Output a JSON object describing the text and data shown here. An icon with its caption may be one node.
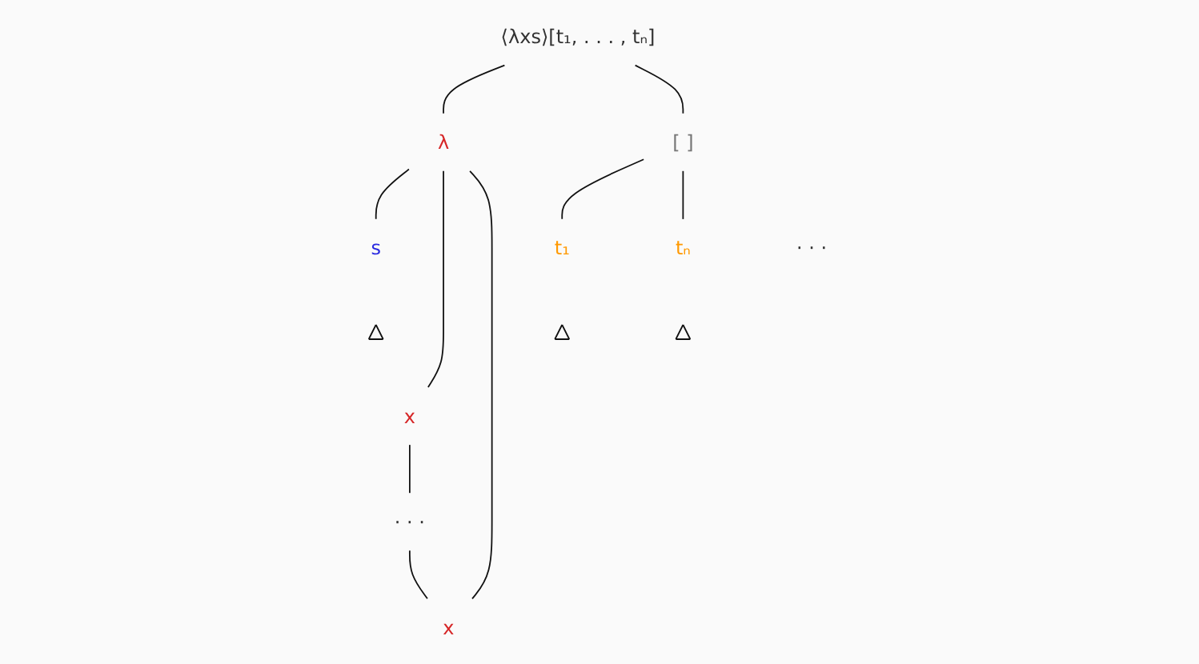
{
  "diagram": {
    "nodes": [
      {
        "text": [
          "⟨λxs⟩[t₁, . . . , tₙ]"
        ]
      },
      {
        "text": [
          "λ"
        ]
      },
      {
        "text": [
          "s"
        ]
      },
      {
        "text": [],
        "shape": "triangle"
      },
      {
        "text": [
          "x"
        ]
      },
      {
        "text": [
          "· · ·"
        ]
      },
      {
        "text": [
          "x"
        ]
      },
      {
        "text": [
          "[ ]"
        ]
      },
      {
        "text": [
          "t₁"
        ]
      },
      {
        "text": [
          "· · ·"
        ]
      },
      {
        "text": [
          "tₙ"
        ]
      },
      {
        "text": [],
        "shape": "triangle"
      },
      {
        "text": [],
        "shape": "triangle"
      }
    ],
    "edges": [
      {
        "from": 0,
        "to": 1,
        "arrow": "none"
      },
      {
        "from": 0,
        "to": 7,
        "arrow": "none"
      },
      {
        "from": 1,
        "to": 2,
        "arrow": "none"
      },
      {
        "from": 1,
        "to": 4,
        "arrow": "none"
      },
      {
        "from": 1,
        "to": 6,
        "arrow": "none"
      },
      {
        "from": 4,
        "to": 5,
        "arrow": "none"
      },
      {
        "from": 5,
        "to": 6,
        "arrow": "none"
      },
      {
        "from": 7,
        "to": 8,
        "arrow": "none"
      },
      {
        "from": 7,
        "to": 10,
        "arrow": "none"
      }
    ]
  }
}
